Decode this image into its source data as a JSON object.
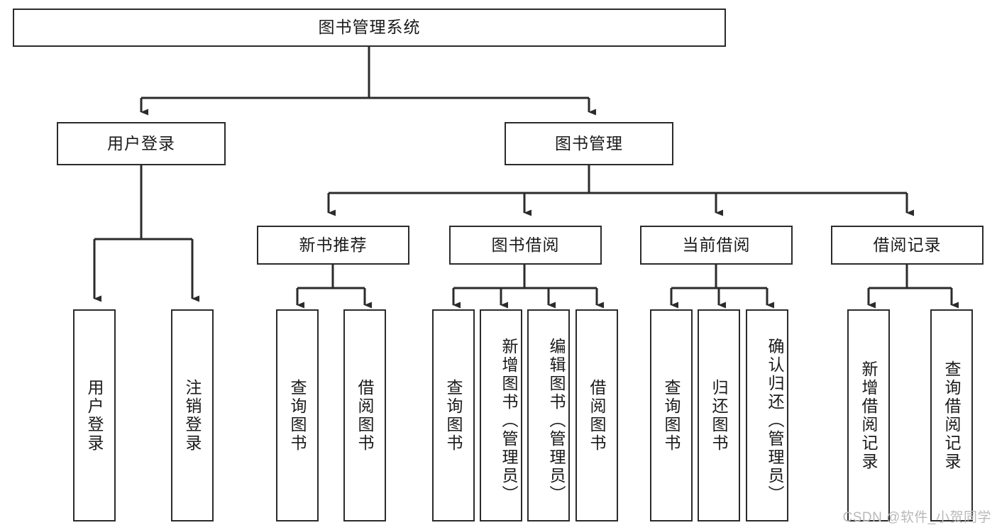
{
  "diagram": {
    "title": "图书管理系统",
    "type": "tree",
    "watermark": "CSDN @软件_小贺同学",
    "colors": {
      "border": "#2b2b2b",
      "background": "#ffffff",
      "text": "#1a1a1a",
      "line": "#2b2b2b",
      "watermark": "#b9b9b9"
    },
    "root": {
      "label": "图书管理系统"
    },
    "level2": [
      {
        "label": "用户登录"
      },
      {
        "label": "图书管理"
      }
    ],
    "level3": [
      {
        "label": "新书推荐"
      },
      {
        "label": "图书借阅"
      },
      {
        "label": "当前借阅"
      },
      {
        "label": "借阅记录"
      }
    ],
    "leaves": {
      "user_login": [
        {
          "label": "用户登录"
        },
        {
          "label": "注销登录"
        }
      ],
      "new_book": [
        {
          "label": "查询图书"
        },
        {
          "label": "借阅图书"
        }
      ],
      "book_borrow": [
        {
          "label": "查询图书"
        },
        {
          "label": "新增图书（管理员）"
        },
        {
          "label": "编辑图书（管理员）"
        },
        {
          "label": "借阅图书"
        }
      ],
      "current_borrow": [
        {
          "label": "查询图书"
        },
        {
          "label": "归还图书"
        },
        {
          "label": "确认归还（管理员）"
        }
      ],
      "borrow_record": [
        {
          "label": "新增借阅记录"
        },
        {
          "label": "查询借阅记录"
        }
      ]
    }
  }
}
